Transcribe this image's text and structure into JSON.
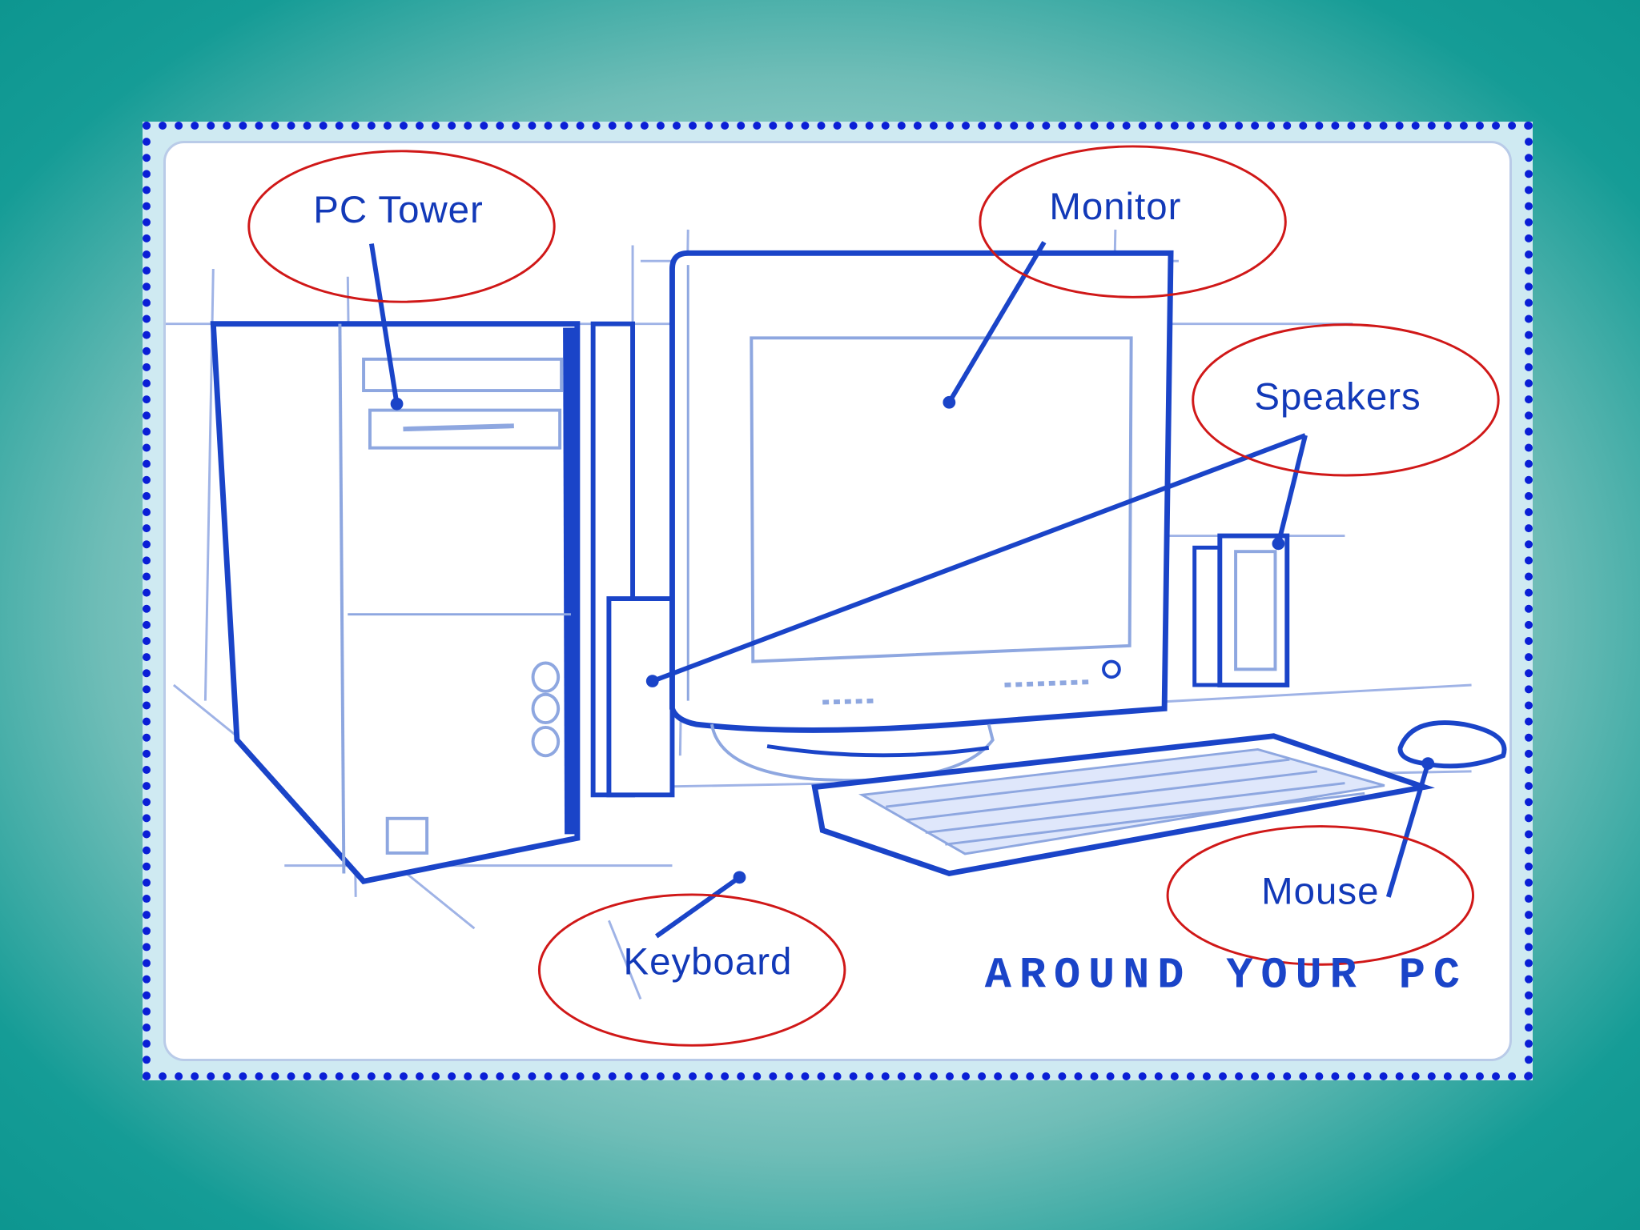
{
  "caption": "AROUND YOUR PC",
  "labels": {
    "pc_tower": "PC Tower",
    "monitor": "Monitor",
    "speakers": "Speakers",
    "keyboard": "Keyboard",
    "mouse": "Mouse"
  },
  "colors": {
    "background": "#0d9690",
    "frame_dots": "#0a1fd6",
    "sketch": "#1a44c8",
    "sketch_light": "#8ea7e0",
    "callout_ellipse": "#d01818",
    "card": "#ffffff"
  }
}
